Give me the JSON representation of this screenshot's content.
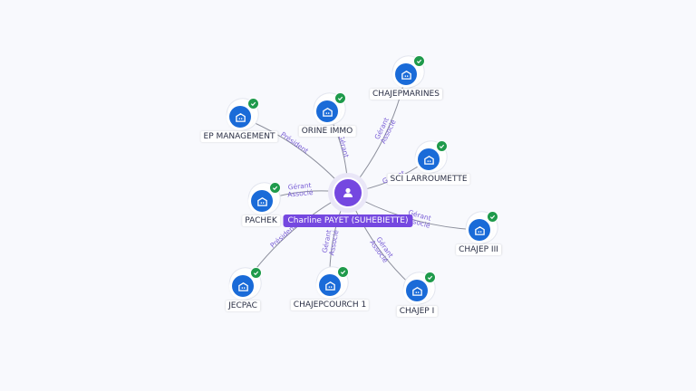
{
  "center": {
    "label": "Charline PAYET (SUHEBIETTE)",
    "icon": "person-icon"
  },
  "nodes": [
    {
      "id": "chajepmarines",
      "label": "CHAJEPMARINES",
      "icon": "building-icon",
      "verified": true
    },
    {
      "id": "ep_management",
      "label": "EP MANAGEMENT",
      "icon": "building-icon",
      "verified": true
    },
    {
      "id": "orine_immo",
      "label": "ORINE IMMO",
      "icon": "building-icon",
      "verified": true
    },
    {
      "id": "sci_larroumette",
      "label": "SCI LARROUMETTE",
      "icon": "building-icon",
      "verified": true
    },
    {
      "id": "pachek",
      "label": "PACHEK",
      "icon": "building-icon",
      "verified": true
    },
    {
      "id": "chajep_iii",
      "label": "CHAJEP III",
      "icon": "building-icon",
      "verified": true
    },
    {
      "id": "jecpac",
      "label": "JECPAC",
      "icon": "building-icon",
      "verified": true
    },
    {
      "id": "chajepcourch_1",
      "label": "CHAJEPCOURCH 1",
      "icon": "building-icon",
      "verified": true
    },
    {
      "id": "chajep_i",
      "label": "CHAJEP I",
      "icon": "building-icon",
      "verified": true
    }
  ],
  "edges": [
    {
      "to": "ep_management",
      "roles": [
        "Président"
      ]
    },
    {
      "to": "orine_immo",
      "roles": [
        "Gérant"
      ]
    },
    {
      "to": "chajepmarines",
      "roles": [
        "Gérant",
        "Associé"
      ]
    },
    {
      "to": "sci_larroumette",
      "roles": [
        "Gérant"
      ]
    },
    {
      "to": "pachek",
      "roles": [
        "Gérant",
        "Associé"
      ]
    },
    {
      "to": "chajep_iii",
      "roles": [
        "Gérant",
        "Associé"
      ]
    },
    {
      "to": "jecpac",
      "roles": [
        "Président"
      ]
    },
    {
      "to": "chajepcourch_1",
      "roles": [
        "Gérant",
        "Associé"
      ]
    },
    {
      "to": "chajep_i",
      "roles": [
        "Gérant",
        "Associé"
      ]
    }
  ],
  "colors": {
    "person": "#7548e0",
    "company": "#1a6bd8",
    "verified": "#1f9a4b",
    "relation_text": "#7a5fd6"
  }
}
